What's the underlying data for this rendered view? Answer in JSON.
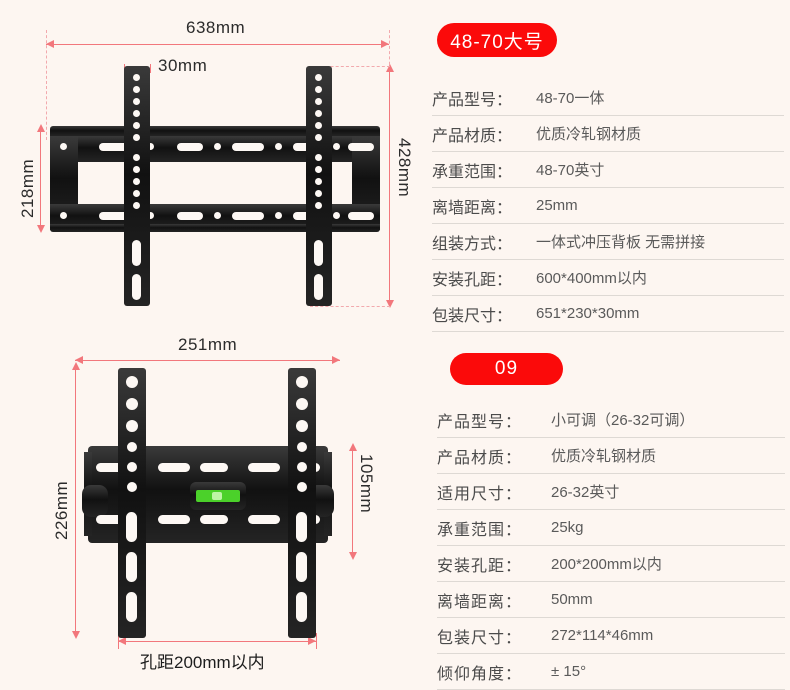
{
  "product1": {
    "badge": "48-70大号",
    "dimensions": {
      "width": "638mm",
      "rail_width": "30mm",
      "plate_height": "218mm",
      "total_height": "428mm"
    },
    "specs": [
      {
        "label": "产品型号：",
        "value": "48-70一体"
      },
      {
        "label": "产品材质：",
        "value": "优质冷轧钢材质"
      },
      {
        "label": "承重范围：",
        "value": "48-70英寸"
      },
      {
        "label": "离墙距离：",
        "value": "25mm"
      },
      {
        "label": "组装方式：",
        "value": "一体式冲压背板 无需拼接"
      },
      {
        "label": "安装孔距：",
        "value": "600*400mm以内"
      },
      {
        "label": "包装尺寸：",
        "value": "651*230*30mm"
      }
    ]
  },
  "product2": {
    "badge": "09",
    "dimensions": {
      "width": "251mm",
      "total_height": "226mm",
      "plate_height": "105mm",
      "hole_spacing_caption": "孔距200mm以内"
    },
    "specs": [
      {
        "label": "产品型号：",
        "value": "小可调（26-32可调）"
      },
      {
        "label": "产品材质：",
        "value": "优质冷轧钢材质"
      },
      {
        "label": "适用尺寸：",
        "value": "26-32英寸"
      },
      {
        "label": "承重范围：",
        "value": "25kg"
      },
      {
        "label": "安装孔距：",
        "value": "200*200mm以内"
      },
      {
        "label": "离墙距离：",
        "value": "50mm"
      },
      {
        "label": "包装尺寸：",
        "value": "272*114*46mm"
      },
      {
        "label": "倾仰角度：",
        "value": "± 15°"
      }
    ]
  },
  "colors": {
    "background": "#fdf6f1",
    "badge": "#fb0a0a",
    "dimension": "#f2777c",
    "metal": "#151515",
    "level_bubble": "#4bd12a"
  }
}
